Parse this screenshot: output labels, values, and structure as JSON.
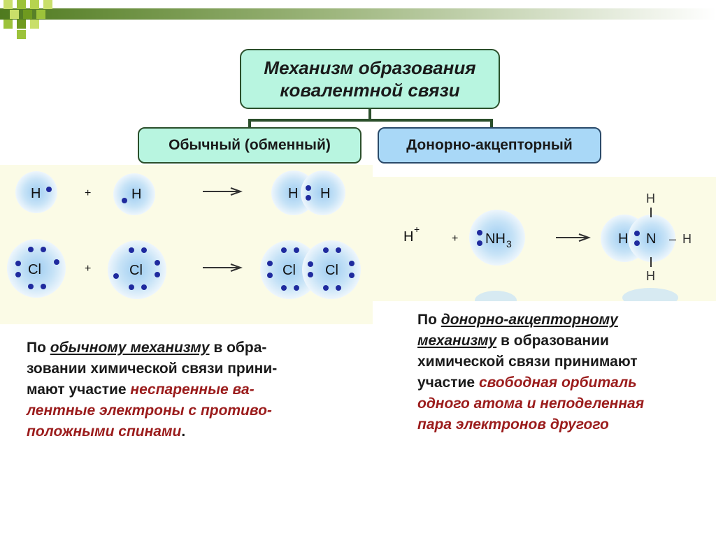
{
  "title": {
    "line1": "Механизм образования",
    "line2": "ковалентной связи"
  },
  "branches": {
    "ordinary": "Обычный (обменный)",
    "donor": "Донорно-акцепторный"
  },
  "left_diagram": {
    "row1": {
      "atom1": "H",
      "plus": "+",
      "atom2": "H",
      "product1": "H",
      "product2": "H"
    },
    "row2": {
      "atom1": "Cl",
      "plus": "+",
      "atom2": "Cl",
      "product1": "Cl",
      "product2": "Cl"
    }
  },
  "right_diagram": {
    "reactant1": "H",
    "reactant1_charge": "+",
    "plus": "+",
    "reactant2": "NH",
    "reactant2_sub": "3",
    "product_h": "H",
    "product_n": "N",
    "h_top": "H",
    "h_right": "H",
    "h_bottom": "H",
    "dash": "–"
  },
  "left_text": {
    "l1_a": "По ",
    "l1_b": "обычному механизму",
    "l1_c": " в обра-",
    "l2": "зовании химической связи прини-",
    "l3_a": "мают участие ",
    "l3_b": "неспаренные ва-",
    "l4": "лентные электроны с противо-",
    "l5_a": "положными спинами",
    "l5_b": "."
  },
  "right_text": {
    "l1_a": "По ",
    "l1_b": "донорно-акцепторному",
    "l2_a": "механизму",
    "l2_b": " в образовании",
    "l3": "химической связи принимают",
    "l4_a": "участие ",
    "l4_b": "свободная орбиталь",
    "l5": "одного атома и неподеленная",
    "l6": "пара электронов другого"
  },
  "colors": {
    "title_fill": "#b8f5e0",
    "donor_fill": "#a9d8f7",
    "panel": "#fbfbe6",
    "electron": "#1f2a9e",
    "emphasis": "#9b1c1c",
    "orbital": "#c7e3f7"
  }
}
